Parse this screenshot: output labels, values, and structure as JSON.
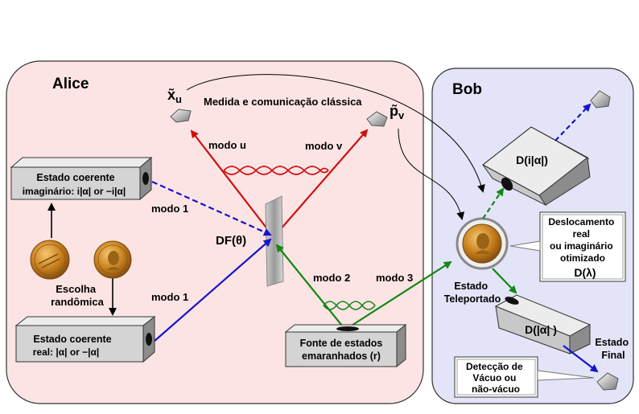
{
  "panels": {
    "alice": {
      "title": "Alice",
      "fill": "#fde4e4"
    },
    "bob": {
      "title": "Bob",
      "fill": "#e4e4f8"
    }
  },
  "boxes": {
    "imaginary": {
      "line1": "Estado coerente",
      "line2": "imaginário: i|α| or −i|α|"
    },
    "real": {
      "line1": "Estado coerente",
      "line2": "real: |α| or −|α|"
    },
    "source": {
      "line1": "Fonte de estados",
      "line2": "emaranhados (r)"
    },
    "displace_imag": {
      "label": "D(i|α|)"
    },
    "displace_real": {
      "label": "D(|α| )"
    },
    "optimized": {
      "lines": [
        "Deslocamento",
        "real",
        "ou imaginário",
        "otimizado"
      ],
      "math": "D(λ)"
    },
    "detection": {
      "lines": [
        "Detecção de",
        "Vácuo ou",
        "não-vácuo"
      ]
    }
  },
  "labels": {
    "random_choice": [
      "Escolha",
      "randômica"
    ],
    "mode1_top": "modo 1",
    "mode1_bottom": "modo 1",
    "mode_u": "modo u",
    "mode_v": "modo v",
    "mode2": "modo 2",
    "mode3": "modo 3",
    "beam_splitter": "DF(θ)",
    "measure_comm": "Medida e comunicação clássica",
    "xu": "x̃",
    "xu_sub": "u",
    "pv": "p̃",
    "pv_sub": "v",
    "teleported": [
      "Estado",
      "Teleportado"
    ],
    "final": [
      "Estado",
      "Final"
    ]
  },
  "colors": {
    "red_beam": "#cc1010",
    "blue_beam": "#1414cc",
    "green_beam": "#118811",
    "box_face": "#d4d4d4",
    "box_dark": "#777777"
  }
}
